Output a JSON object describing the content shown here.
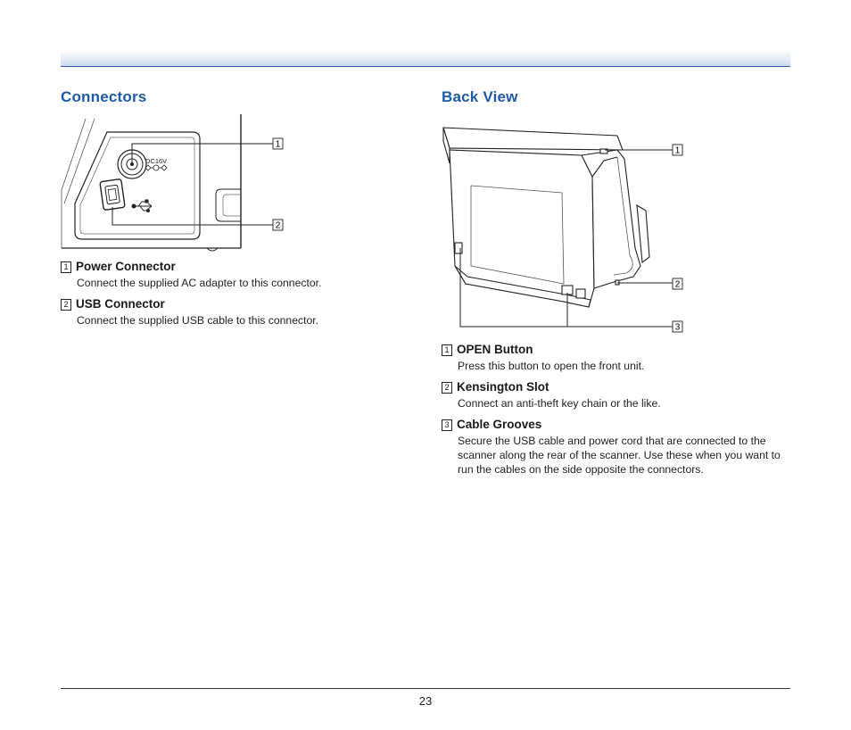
{
  "connectors": {
    "title": "Connectors",
    "figure": {
      "power_label": "DC16V",
      "callouts": [
        "1",
        "2"
      ]
    },
    "items": [
      {
        "num": "1",
        "name": "Power Connector",
        "desc": "Connect the supplied AC adapter to this connector."
      },
      {
        "num": "2",
        "name": "USB Connector",
        "desc": "Connect the supplied USB cable to this connector."
      }
    ]
  },
  "back_view": {
    "title": "Back View",
    "figure": {
      "callouts": [
        "1",
        "2",
        "3"
      ]
    },
    "items": [
      {
        "num": "1",
        "name": "OPEN Button",
        "desc": "Press this button to open the front unit."
      },
      {
        "num": "2",
        "name": "Kensington Slot",
        "desc": "Connect an anti-theft key chain or the like."
      },
      {
        "num": "3",
        "name": "Cable Grooves",
        "desc": "Secure the USB cable and power cord that are connected to the scanner along the rear of the scanner. Use these when you want to run the cables on the side opposite the connectors."
      }
    ]
  },
  "footer": {
    "page_number": "23"
  },
  "colors": {
    "heading": "#1f5aa6",
    "rule": "#2f5fa8"
  },
  "icons": [
    "usb-icon",
    "power-polarity-icon"
  ]
}
